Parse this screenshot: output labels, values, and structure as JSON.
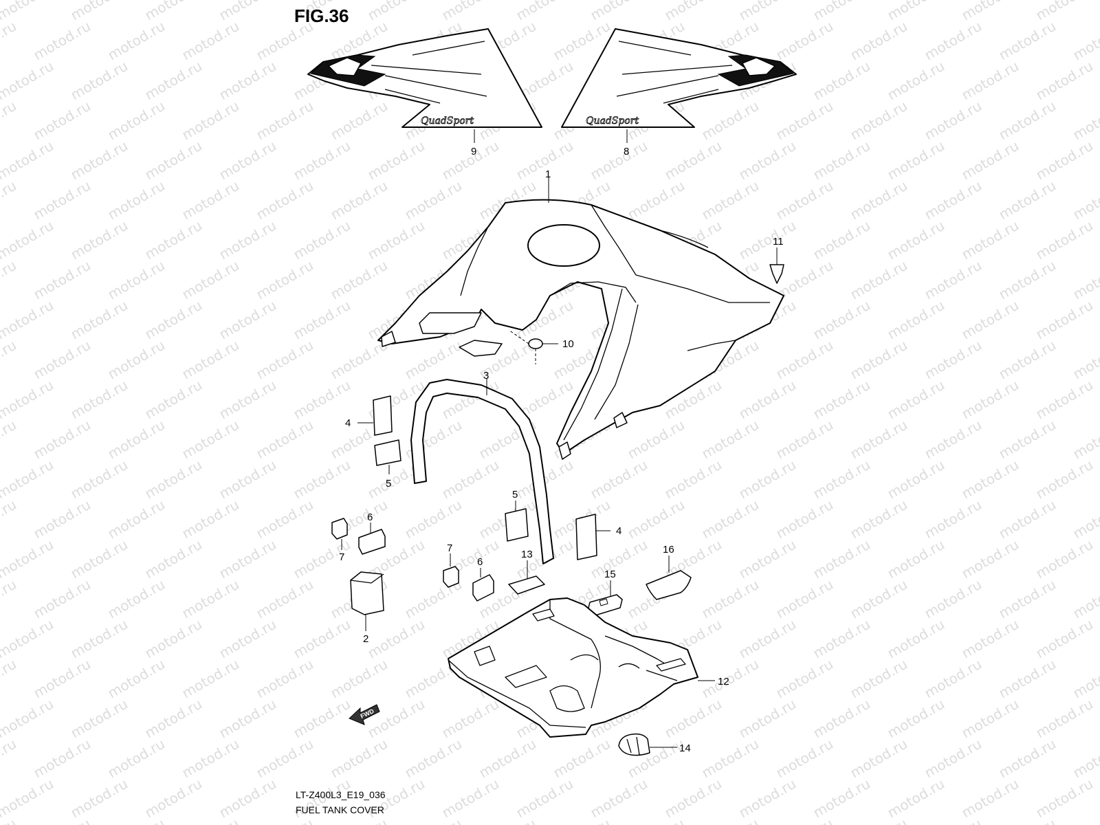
{
  "figure": {
    "title": "FIG.36",
    "model_code": "LT-Z400L3_E19_036",
    "caption": "FUEL TANK COVER"
  },
  "watermark": "motod.ru",
  "decal_text": "QuadSport",
  "fwd_label": "FWD",
  "callouts": [
    {
      "id": "c1",
      "label": "1"
    },
    {
      "id": "c2",
      "label": "2"
    },
    {
      "id": "c3",
      "label": "3"
    },
    {
      "id": "c4a",
      "label": "4"
    },
    {
      "id": "c4b",
      "label": "4"
    },
    {
      "id": "c5a",
      "label": "5"
    },
    {
      "id": "c5b",
      "label": "5"
    },
    {
      "id": "c6a",
      "label": "6"
    },
    {
      "id": "c6b",
      "label": "6"
    },
    {
      "id": "c7a",
      "label": "7"
    },
    {
      "id": "c7b",
      "label": "7"
    },
    {
      "id": "c8",
      "label": "8"
    },
    {
      "id": "c9",
      "label": "9"
    },
    {
      "id": "c10",
      "label": "10"
    },
    {
      "id": "c11",
      "label": "11"
    },
    {
      "id": "c12",
      "label": "12"
    },
    {
      "id": "c13",
      "label": "13"
    },
    {
      "id": "c14",
      "label": "14"
    },
    {
      "id": "c15",
      "label": "15"
    },
    {
      "id": "c16",
      "label": "16"
    }
  ]
}
